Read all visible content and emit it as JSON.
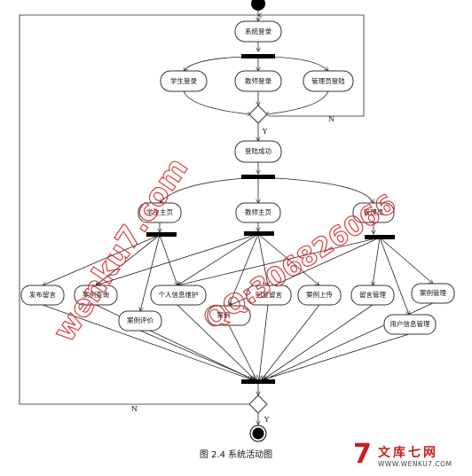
{
  "nodes": {
    "login": "系统登录",
    "student_login": "学生登录",
    "teacher_login": "教师登录",
    "admin_login": "管理员登陆",
    "login_success": "登陆成功",
    "student_home": "学生主页",
    "teacher_home": "教师主页",
    "admin": "管理员",
    "publish_message": "发布留言",
    "case_query": "案例查询",
    "personal_info": "个人信息维护",
    "case_comment": "案例评价",
    "reply_message": "回复留言",
    "case_upload": "案例上传",
    "message_manage": "留言管理",
    "case_manage": "案例管理",
    "user_info_manage": "用户信息管理",
    "case_partial": "案例"
  },
  "guards": {
    "n_top": "N",
    "y_top": "Y",
    "n_bottom": "N",
    "y_bottom": "Y"
  },
  "caption": "图 2.4 系统活动图",
  "watermark": {
    "text_a": "wenku7.com",
    "text_b": "QQ:306826066",
    "color": "#d62a2a"
  },
  "logo": {
    "mark": "7",
    "name": "文库七网",
    "url": "WWW.WENKU7.COM"
  }
}
